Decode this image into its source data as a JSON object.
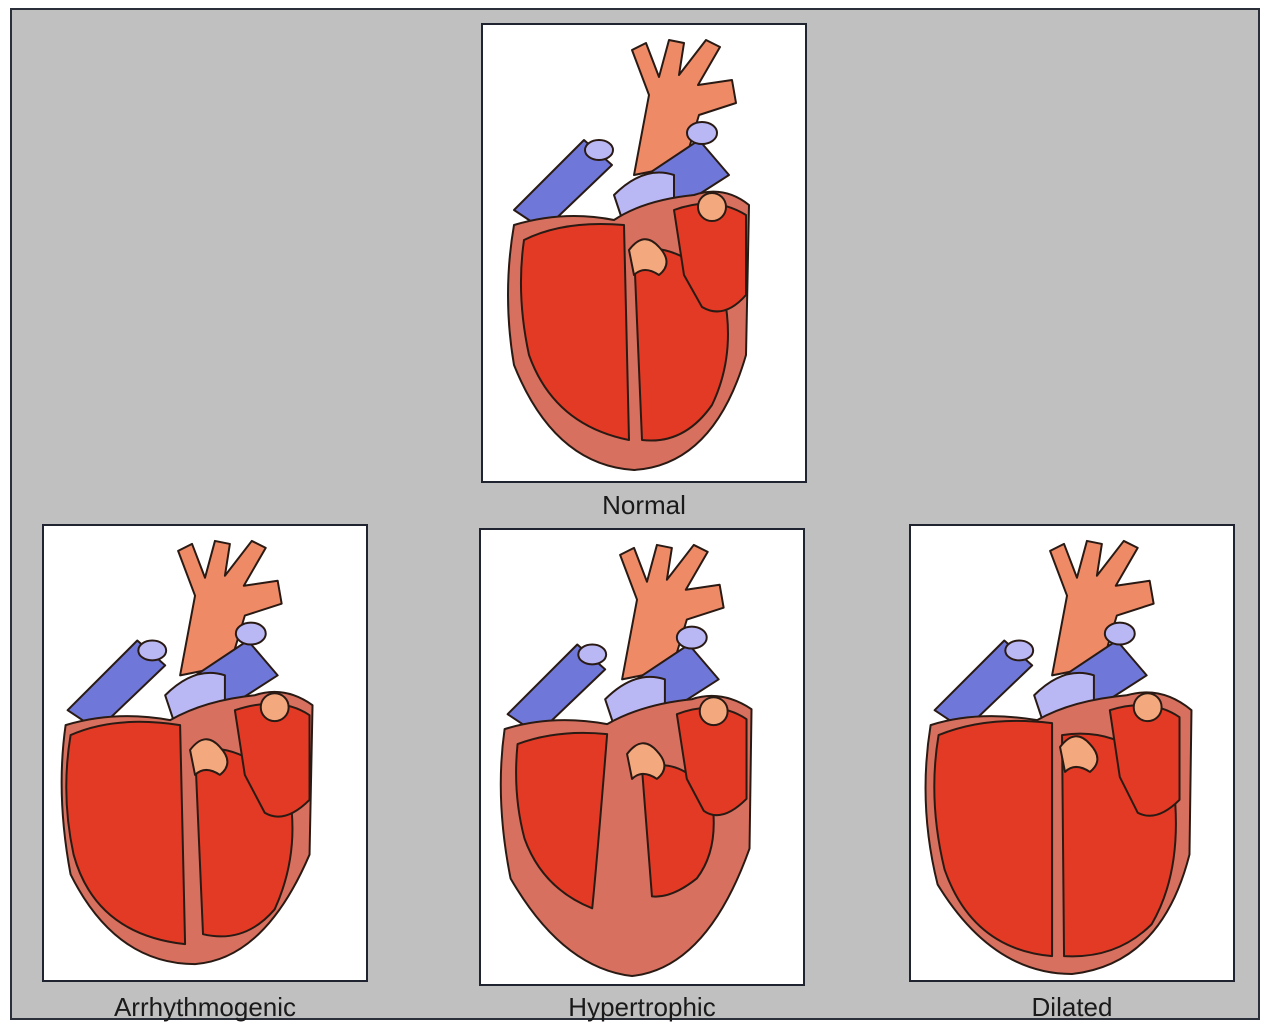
{
  "labels": {
    "normal": "Normal",
    "arrhythmogenic": "Arrhythmogenic",
    "hypertrophic": "Hypertrophic",
    "dilated": "Dilated"
  },
  "colors": {
    "background": "#c0c0c0",
    "panel": "#ffffff",
    "aorta": "#ef8a66",
    "vein": "#6f78d8",
    "vein_light": "#b9b8f5",
    "muscle": "#d8705f",
    "chamber": "#e23a24",
    "valve": "#f3a97d",
    "outline": "#2a1a14"
  }
}
